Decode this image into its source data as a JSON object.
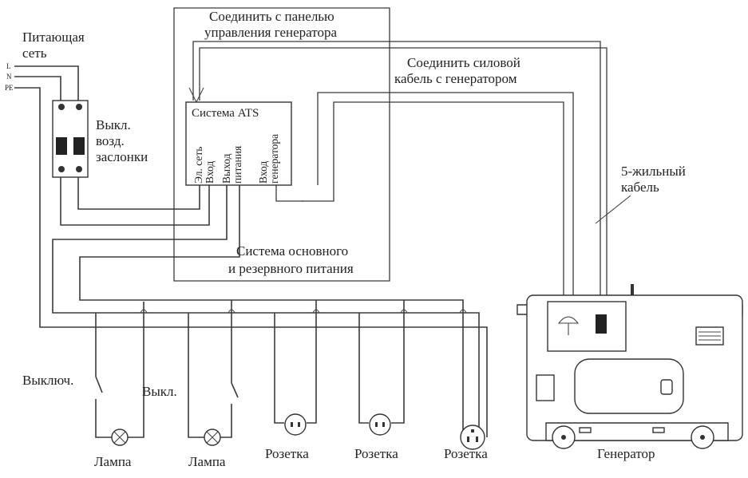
{
  "labels": {
    "connect_panel_1": "Соединить с панелью",
    "connect_panel_2": "управления генератора",
    "supply_1": "Питающая",
    "supply_2": "сеть",
    "phase_l": "L",
    "phase_n": "N",
    "phase_pe": "PE",
    "breaker_1": "Выкл.",
    "breaker_2": "возд.",
    "breaker_3": "заслонки",
    "ats_title": "Система ATS",
    "ats_in_1": "Эл. сеть",
    "ats_in_2": "Вход",
    "ats_out_1": "Выход",
    "ats_out_2": "питания",
    "ats_gen_1": "Вход",
    "ats_gen_2": "генератора",
    "power_cable_1": "Соединить силовой",
    "power_cable_2": "кабель с генератором",
    "cable5_1": "5-жильный",
    "cable5_2": "кабель",
    "system_1": "Система основного",
    "system_2": "и резервного питания",
    "switch_1": "Выключ.",
    "switch_2": "Выкл.",
    "lamp_1": "Лампа",
    "lamp_2": "Лампа",
    "socket_1": "Розетка",
    "socket_2": "Розетка",
    "socket_3": "Розетка",
    "generator": "Генератор"
  }
}
